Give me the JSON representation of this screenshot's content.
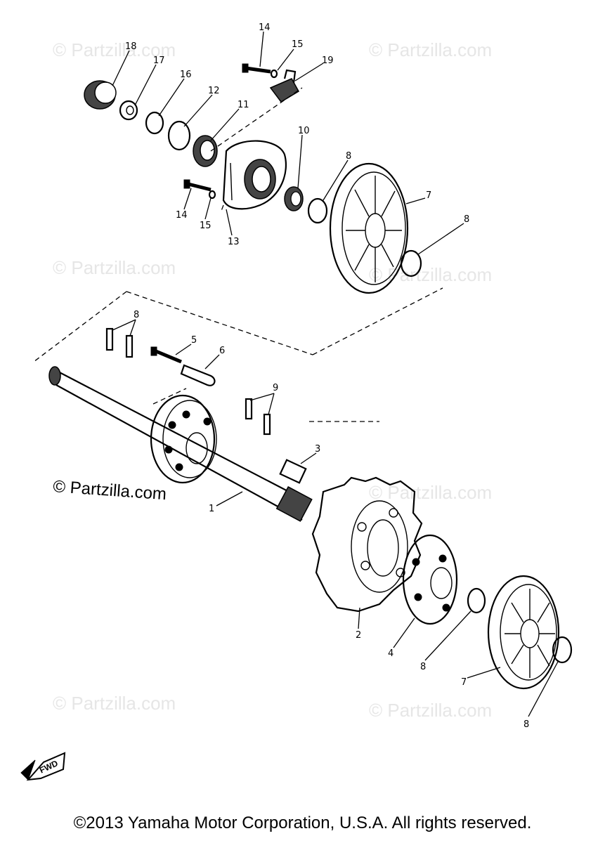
{
  "watermarks": {
    "faint": "© Partzilla.com",
    "strong": "© Partzilla.com"
  },
  "callouts": {
    "p1": "1",
    "p2": "2",
    "p3": "3",
    "p4": "4",
    "p5": "5",
    "p6": "6",
    "p7a": "7",
    "p7b": "7",
    "p8a": "8",
    "p8b": "8",
    "p8c": "8",
    "p8d": "8",
    "p9a": "9",
    "p9b": "8",
    "p10": "10",
    "p11": "11",
    "p12": "12",
    "p13": "13",
    "p14a": "14",
    "p14b": "14",
    "p15a": "15",
    "p15b": "15",
    "p16": "16",
    "p17": "17",
    "p18": "18",
    "p19": "19"
  },
  "fwd_label": "FWD",
  "copyright": "©2013 Yamaha Motor Corporation, U.S.A. All rights reserved."
}
